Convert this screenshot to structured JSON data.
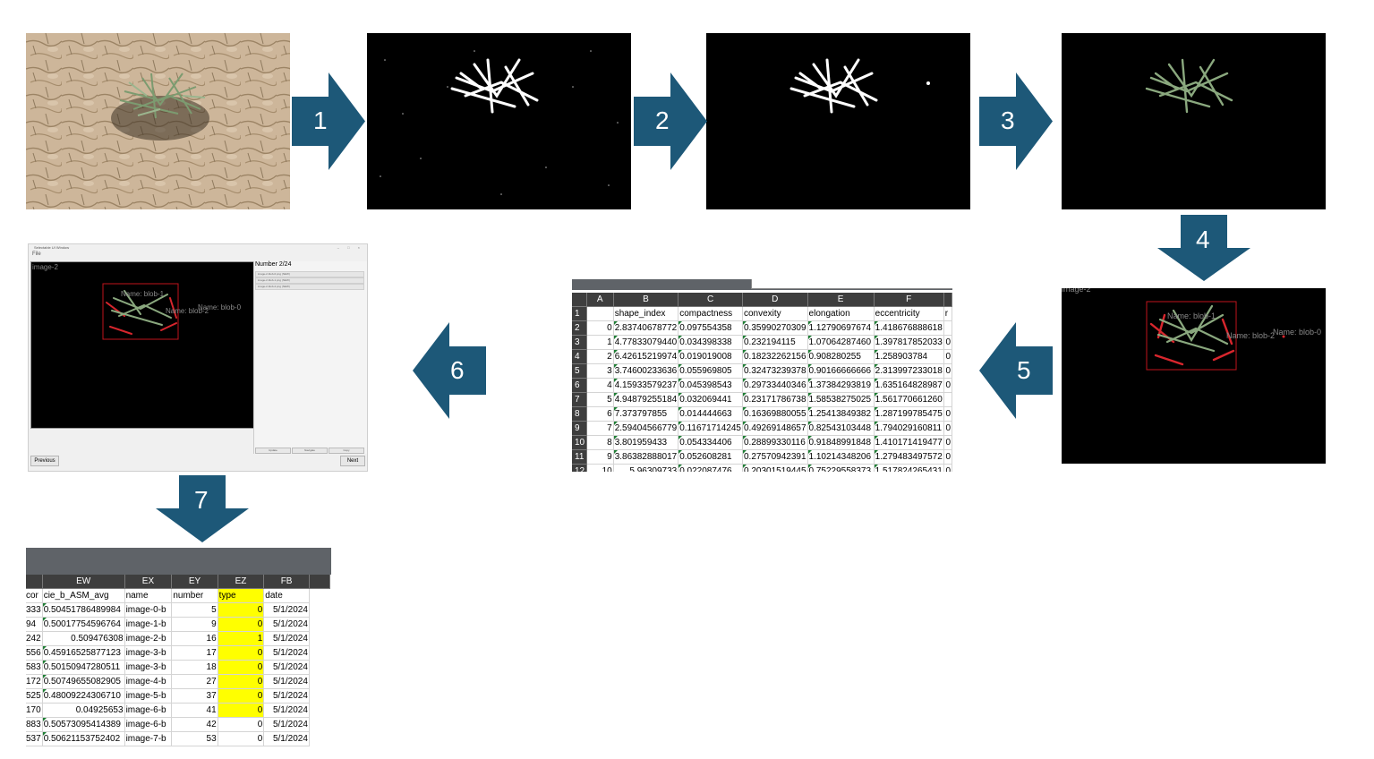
{
  "steps": [
    "1",
    "2",
    "3",
    "4",
    "5",
    "6",
    "7"
  ],
  "overlay": {
    "image_title": "image-2",
    "blob1": "Name: blob-1",
    "blob2": "Name: blob-2",
    "blob0": "Name: blob-0"
  },
  "colors": {
    "arrow": "#1d5878",
    "soil": "#cdb69a",
    "plant": "#8aa87e",
    "box": "#c0141c",
    "highlight": "#ffff00"
  },
  "table1": {
    "columns": [
      "",
      "A",
      "B",
      "C",
      "D",
      "E",
      "F",
      ""
    ],
    "header_row": [
      "1",
      "",
      "shape_index",
      "compactness",
      "convexity",
      "elongation",
      "eccentricity",
      "r"
    ],
    "rows": [
      [
        "2",
        "0",
        "2.83740678772",
        "0.097554358",
        "0.35990270309",
        "1.12790697674",
        "1.418676888618",
        ""
      ],
      [
        "3",
        "1",
        "4.77833079440",
        "0.034398338",
        "0.232194115",
        "1.07064287460",
        "1.397817852033",
        "0"
      ],
      [
        "4",
        "2",
        "6.42615219974",
        "0.019019008",
        "0.18232262156",
        "0.908280255",
        "1.258903784",
        "0"
      ],
      [
        "5",
        "3",
        "3.74600233636",
        "0.055969805",
        "0.32473239378",
        "0.90166666666",
        "2.313997233018",
        "0"
      ],
      [
        "6",
        "4",
        "4.15933579237",
        "0.045398543",
        "0.29733440346",
        "1.37384293819",
        "1.635164828987",
        "0"
      ],
      [
        "7",
        "5",
        "4.94879255184",
        "0.032069441",
        "0.23171786738",
        "1.58538275025",
        "1.561770661260",
        ""
      ],
      [
        "8",
        "6",
        "7.373797855",
        "0.014444663",
        "0.16369880055",
        "1.25413849382",
        "1.287199785475",
        "0"
      ],
      [
        "9",
        "7",
        "2.59404566779",
        "0.11671714245",
        "0.49269148657",
        "0.82543103448",
        "1.794029160811",
        "0"
      ],
      [
        "10",
        "8",
        "3.801959433",
        "0.054334406",
        "0.28899330116",
        "0.91848991848",
        "1.410171419477",
        "0"
      ],
      [
        "11",
        "9",
        "3.86382888017",
        "0.052608281",
        "0.27570942391",
        "1.10214348206",
        "1.279483497572",
        "0"
      ],
      [
        "12",
        "10",
        "5.96309733",
        "0.022087476",
        "0.20301519445",
        "0.75229558373",
        "1.517824265431",
        "0"
      ]
    ]
  },
  "app": {
    "window_title": "Selectable UI Window",
    "menu": "File",
    "image_title": "image-2",
    "counter": "Number 2/24",
    "list_items": [
      "image-2-blob-0.png (NEW)",
      "image-2-blob-1.png (NEW)",
      "image-2-blob-2.png (NEW)"
    ],
    "side_buttons": [
      "Update",
      "Navigate",
      "Copy"
    ],
    "prev_button": "Previous",
    "next_button": "Next"
  },
  "table2": {
    "columns": [
      "EW",
      "EX",
      "EY",
      "EZ",
      "FB"
    ],
    "header_row": [
      "cor",
      "cie_b_ASM_avg",
      "name",
      "number",
      "type",
      "date"
    ],
    "rows": [
      [
        "333",
        "0.50451786489984",
        "image-0-b",
        "5",
        "0",
        "5/1/2024"
      ],
      [
        "94",
        "0.50017754596764",
        "image-1-b",
        "9",
        "0",
        "5/1/2024"
      ],
      [
        "242",
        "0.509476308",
        "image-2-b",
        "16",
        "1",
        "5/1/2024"
      ],
      [
        "556",
        "0.45916525877123",
        "image-3-b",
        "17",
        "0",
        "5/1/2024"
      ],
      [
        "583",
        "0.50150947280511",
        "image-3-b",
        "18",
        "0",
        "5/1/2024"
      ],
      [
        "172",
        "0.50749655082905",
        "image-4-b",
        "27",
        "0",
        "5/1/2024"
      ],
      [
        "525",
        "0.48009224306710",
        "image-5-b",
        "37",
        "0",
        "5/1/2024"
      ],
      [
        "170",
        "0.04925653",
        "image-6-b",
        "41",
        "0",
        "5/1/2024"
      ],
      [
        "883",
        "0.50573095414389",
        "image-6-b",
        "42",
        "0",
        "5/1/2024"
      ],
      [
        "537",
        "0.50621153752402",
        "image-7-b",
        "53",
        "0",
        "5/1/2024"
      ]
    ]
  }
}
